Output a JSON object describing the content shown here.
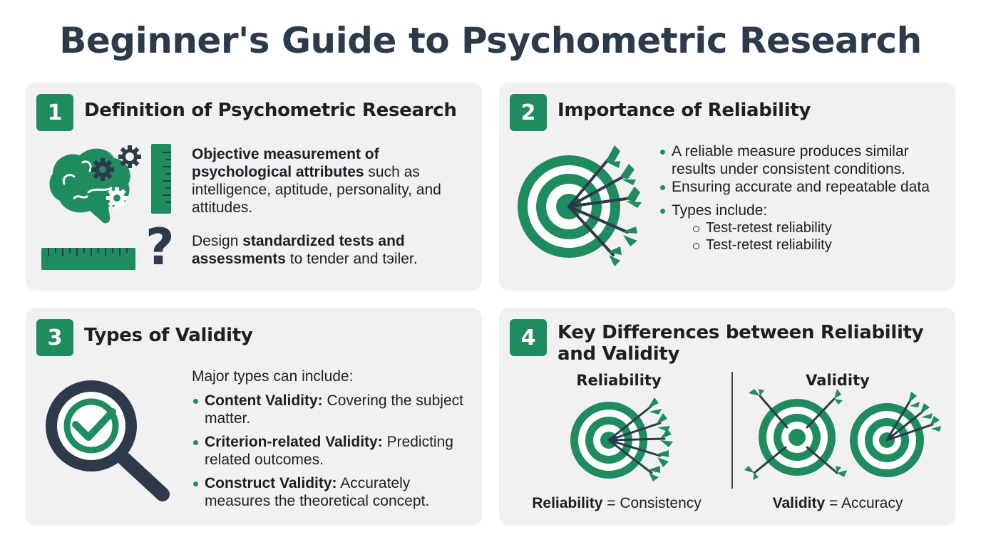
{
  "title": "Beginner's Guide to Psychometric Research",
  "colors": {
    "accent": "#1e8c5e",
    "dark": "#2c3a4a",
    "card_bg": "#f1f1f1",
    "text": "#1c1f24"
  },
  "sections": [
    {
      "number": "1",
      "title": "Definition of Psychometric Research",
      "icons": [
        "brain-gears-icon",
        "vertical-ruler-icon",
        "horizontal-ruler-icon",
        "question-mark-icon"
      ],
      "paragraph1": {
        "bold": "Objective measurement of psychological attributes",
        "rest": " such as intelligence, aptitude, personality, and attitudes."
      },
      "paragraph2": {
        "prefix": "Design ",
        "bold": "standardized tests and assessments",
        "rest": " to tender and tэiler."
      }
    },
    {
      "number": "2",
      "title": "Importance of Reliability",
      "icons": [
        "target-arrows-icon"
      ],
      "bullets": [
        "A reliable measure produces similar results under consistent conditions.",
        "Ensuring accurate and repeatable data",
        "Types include:"
      ],
      "sub_bullets": [
        "Test-retest reliability",
        "Test-retest reliability"
      ]
    },
    {
      "number": "3",
      "title": "Types of Validity",
      "icons": [
        "magnifier-check-icon"
      ],
      "intro": "Major types can include:",
      "items": [
        {
          "term": "Content Validity:",
          "desc": " Covering the subject matter."
        },
        {
          "term": "Criterion-related Validity:",
          "desc": " Predicting related outcomes."
        },
        {
          "term": "Construct Validity:",
          "desc": " Accurately measures the theoretical concept."
        }
      ]
    },
    {
      "number": "4",
      "title": "Key Differences between Reliability and Validity",
      "left": {
        "heading": "Reliability",
        "caption_bold": "Reliability",
        "caption_rest": " = Consistency"
      },
      "right": {
        "heading": "Validity",
        "caption_bold": "Validity",
        "caption_rest": " = Accuracy"
      }
    }
  ]
}
